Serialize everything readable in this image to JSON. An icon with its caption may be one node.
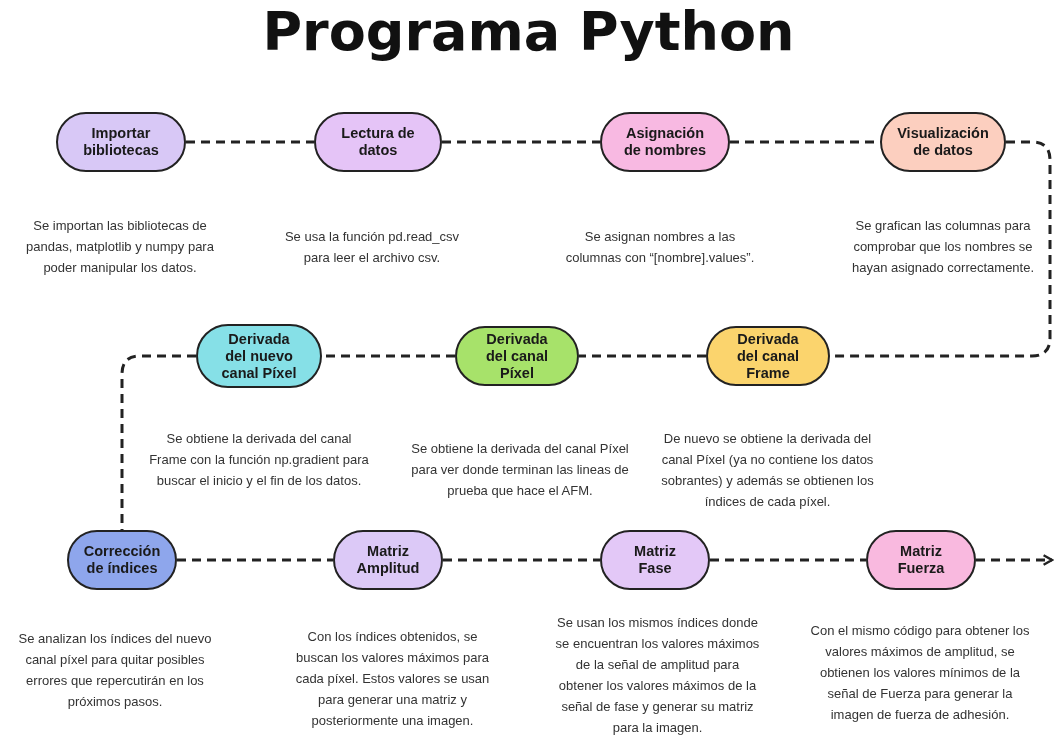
{
  "diagram": {
    "title": "Programa Python",
    "nodes": [
      {
        "text": [
          "Importar bibliotecas"
        ]
      },
      {
        "text": [
          "Lectura de datos"
        ]
      },
      {
        "text": [
          "Asignación de nombres"
        ]
      },
      {
        "text": [
          "Visualización de datos"
        ]
      },
      {
        "text": [
          "Derivada del nuevo canal Píxel"
        ]
      },
      {
        "text": [
          "Derivada del canal Píxel"
        ]
      },
      {
        "text": [
          "Derivada del canal Frame"
        ]
      },
      {
        "text": [
          "Corrección de índices"
        ]
      },
      {
        "text": [
          "Matriz Amplitud"
        ]
      },
      {
        "text": [
          "Matriz Fase"
        ]
      },
      {
        "text": [
          "Matriz Fuerza"
        ]
      }
    ],
    "edges": [
      {
        "from": 0,
        "to": 1,
        "arrow": "none",
        "style": "dashed"
      },
      {
        "from": 1,
        "to": 2,
        "arrow": "none",
        "style": "dashed"
      },
      {
        "from": 2,
        "to": 3,
        "arrow": "none",
        "style": "dashed"
      },
      {
        "from": 3,
        "to": 6,
        "arrow": "none",
        "style": "dashed"
      },
      {
        "from": 6,
        "to": 5,
        "arrow": "none",
        "style": "dashed"
      },
      {
        "from": 5,
        "to": 4,
        "arrow": "none",
        "style": "dashed"
      },
      {
        "from": 4,
        "to": 7,
        "arrow": "none",
        "style": "dashed"
      },
      {
        "from": 7,
        "to": 8,
        "arrow": "none",
        "style": "dashed"
      },
      {
        "from": 8,
        "to": 9,
        "arrow": "none",
        "style": "dashed"
      },
      {
        "from": 9,
        "to": 10,
        "arrow": "none",
        "style": "dashed"
      },
      {
        "from": 10,
        "to": null,
        "arrow": "to",
        "style": "dashed"
      }
    ],
    "labels": [
      "Se importan las bibliotecas de pandas, matplotlib y numpy para poder manipular los datos.",
      "Se usa la función pd.read_csv para leer el archivo csv.",
      "Se asignan nombres a las columnas con “[nombre].values”.",
      "Se grafican las columnas para comprobar que los nombres se hayan asignado correctamente.",
      "Se obtiene la derivada del canal Frame con la función np.gradient para buscar el inicio y el fin de los datos.",
      "Se obtiene la derivada del canal Píxel para ver donde terminan las lineas de prueba que hace el AFM.",
      "De nuevo se obtiene la derivada del canal Píxel (ya no contiene los datos sobrantes) y además se obtienen los índices de cada píxel.",
      "Se analizan los índices del nuevo canal píxel para quitar posibles errores que repercutirán en los próximos pasos.",
      "Con los índices obtenidos, se buscan los valores máximos para cada píxel. Estos valores se usan para generar una matriz y posteriormente una imagen.",
      "Se usan los mismos índices donde se encuentran los valores máximos de la señal de amplitud para obtener los valores máximos de la señal de fase y generar su matriz para la imagen.",
      "Con el mismo código para obtener los valores máximos de amplitud, se obtienen los valores mínimos de la señal de Fuerza para generar la imagen de fuerza de adhesión."
    ]
  }
}
